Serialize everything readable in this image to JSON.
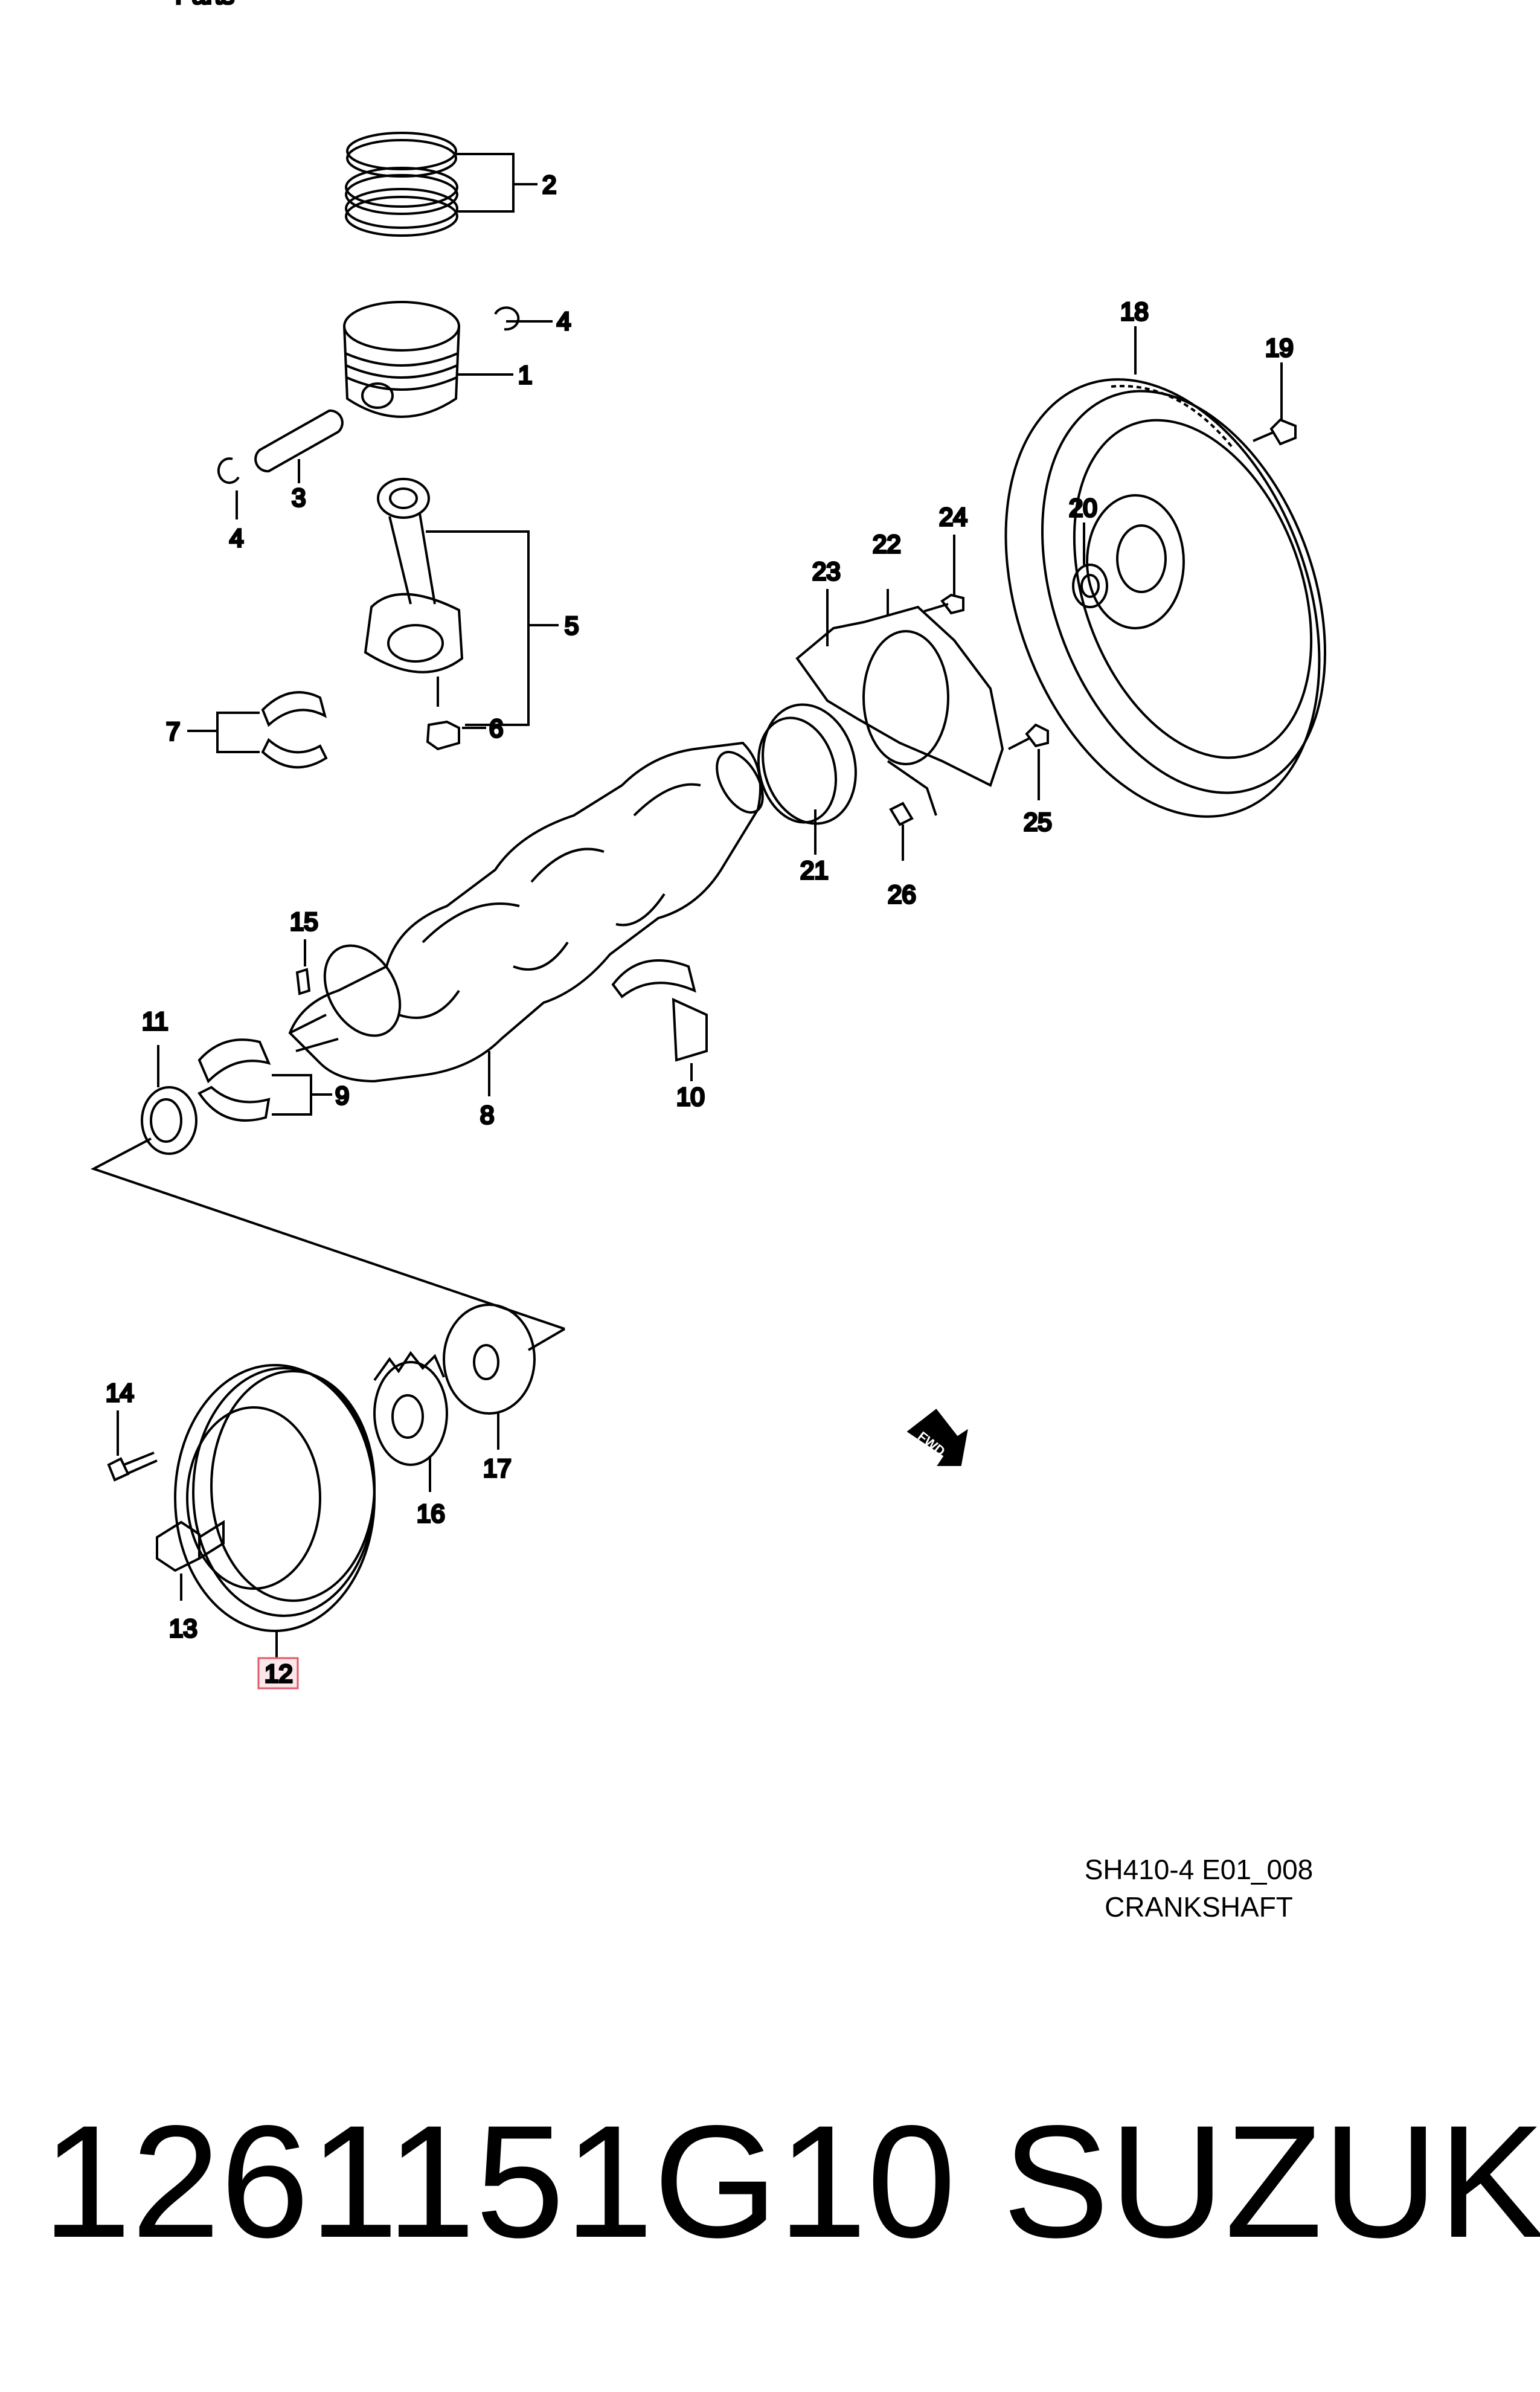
{
  "header_fragment": "Parts",
  "callouts": {
    "c1": "1",
    "c2": "2",
    "c3": "3",
    "c4a": "4",
    "c4b": "4",
    "c5": "5",
    "c6": "6",
    "c7": "7",
    "c8": "8",
    "c9": "9",
    "c10": "10",
    "c11": "11",
    "c12": "12",
    "c13": "13",
    "c14": "14",
    "c15": "15",
    "c16": "16",
    "c17": "17",
    "c18": "18",
    "c19": "19",
    "c20": "20",
    "c21": "21",
    "c22": "22",
    "c23": "23",
    "c24": "24",
    "c25": "25",
    "c26": "26"
  },
  "fwd_arrow_label": "FWD",
  "caption": {
    "code": "SH410-4 E01_008",
    "title": "CRANKSHAFT"
  },
  "footer": {
    "part_number": "1261151G10",
    "brand": "SUZUKI"
  },
  "colors": {
    "highlight_box": "#e05a6a",
    "line": "#000000"
  }
}
